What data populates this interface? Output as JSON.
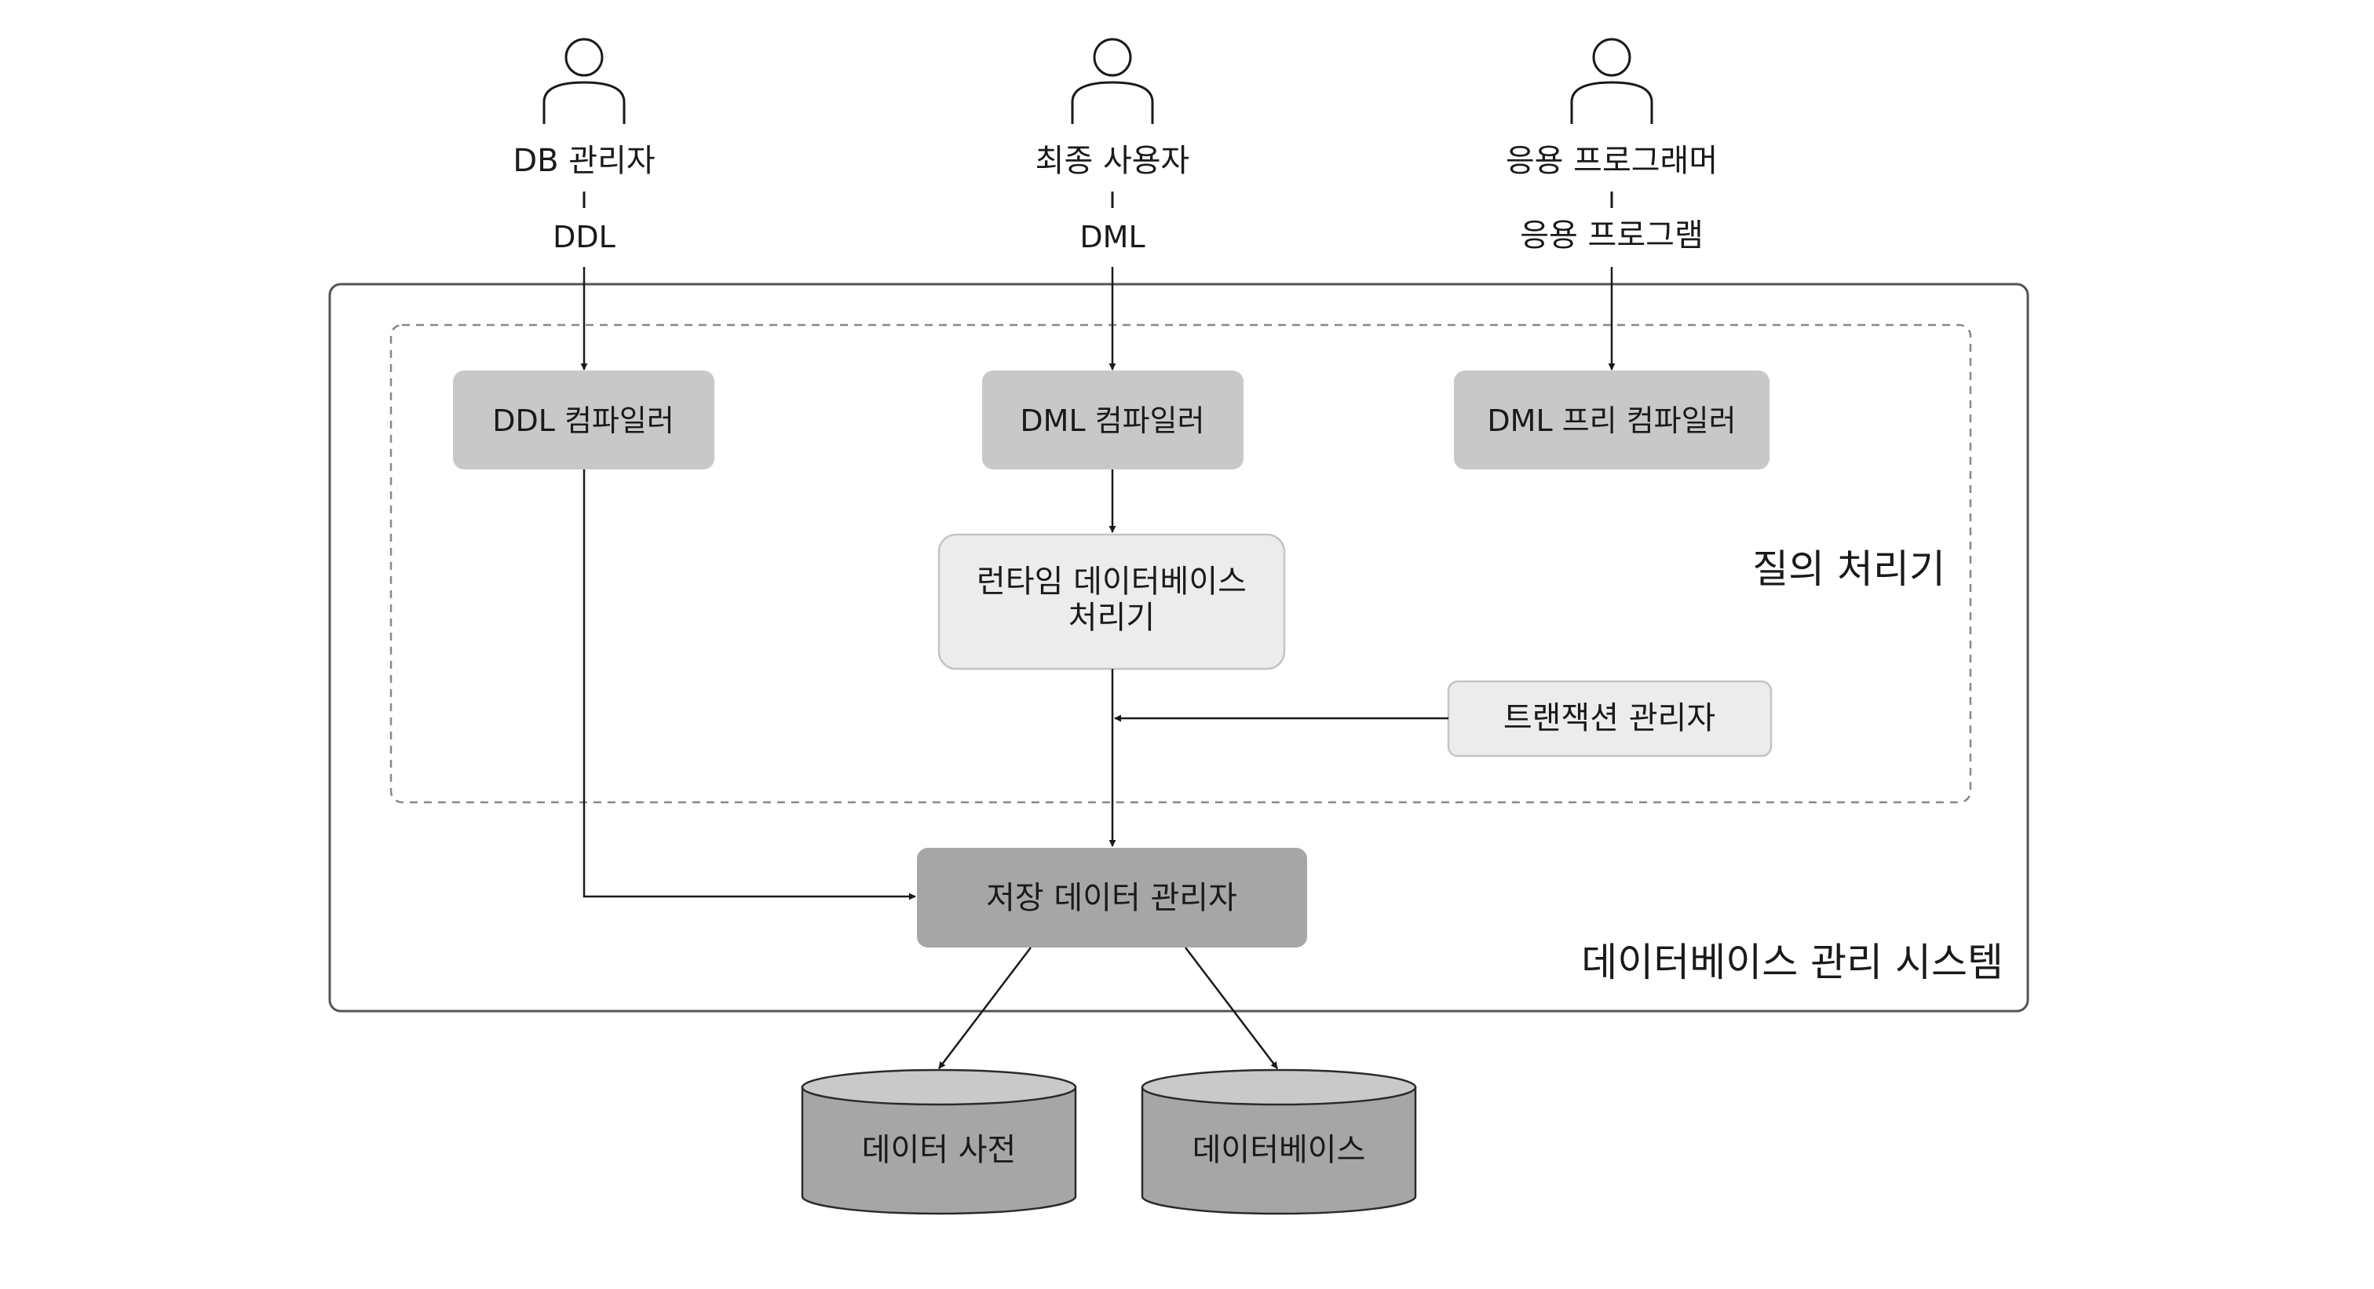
{
  "actors": [
    {
      "name": "DB 관리자",
      "language": "DDL"
    },
    {
      "name": "최종 사용자",
      "language": "DML"
    },
    {
      "name": "응용 프로그래머",
      "language": "응용 프로그램"
    }
  ],
  "dbms_label": "데이터베이스 관리 시스템",
  "query_processor_label": "질의 처리기",
  "components": {
    "ddl_compiler": "DDL 컴파일러",
    "dml_compiler": "DML 컴파일러",
    "dml_precompiler": "DML 프리 컴파일러",
    "runtime_processor_line1": "런타임 데이터베이스",
    "runtime_processor_line2": "처리기",
    "transaction_manager": "트랜잭션 관리자",
    "stored_data_manager": "저장 데이터 관리자"
  },
  "storage": {
    "data_dictionary": "데이터 사전",
    "database": "데이터베이스"
  },
  "colors": {
    "dark_box": "#c8c8c8",
    "light_box": "#ececec",
    "storage_box": "#a6a6a6",
    "storage_top": "#c9c9c9",
    "line": "#1a1a1a",
    "frame": "#555555"
  }
}
